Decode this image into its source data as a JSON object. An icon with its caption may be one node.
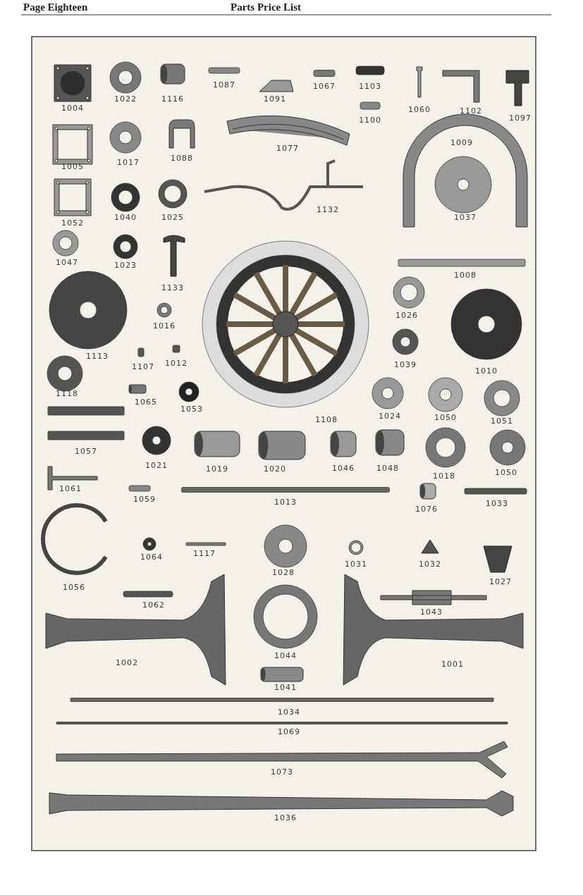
{
  "diagram": {
    "title": "Parts Price List",
    "labels": [
      "Page Eighteen",
      "1004",
      "1022",
      "1116",
      "1087",
      "1091",
      "1067",
      "1103",
      "1100",
      "1060",
      "1102",
      "1097",
      "1005",
      "1017",
      "1088",
      "1077",
      "1009",
      "1052",
      "1040",
      "1025",
      "1132",
      "1037",
      "1047",
      "1023",
      "1133",
      "1008",
      "1026",
      "1016",
      "1113",
      "1107",
      "1012",
      "1039",
      "1010",
      "1118",
      "1065",
      "1053",
      "1108",
      "1024",
      "1050",
      "1051",
      "1057",
      "1021",
      "1019",
      "1020",
      "1046",
      "1048",
      "1018",
      "1050",
      "1061",
      "1059",
      "1013",
      "1076",
      "1033",
      "1064",
      "1117",
      "1028",
      "1031",
      "1032",
      "1027",
      "1056",
      "1062",
      "1043",
      "1002",
      "1044",
      "1001",
      "1041",
      "1034",
      "1069",
      "1073",
      "1036"
    ]
  }
}
